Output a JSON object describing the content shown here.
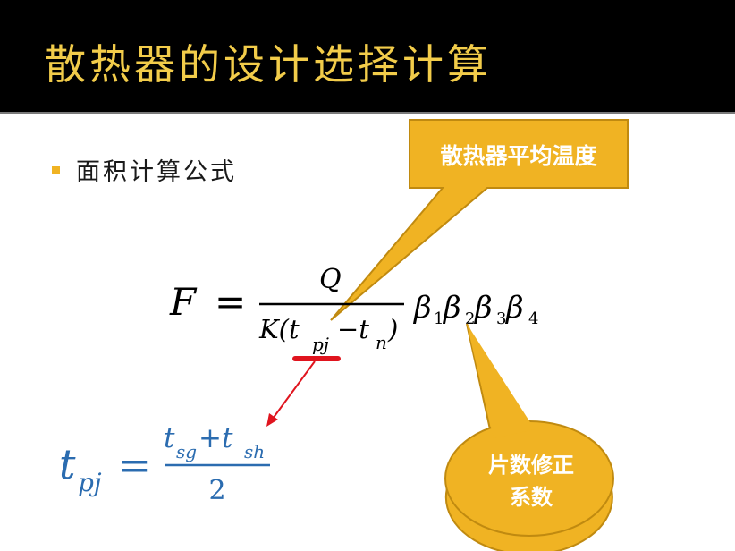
{
  "title": "散热器的设计选择计算",
  "bullet": "面积计算公式",
  "callouts": {
    "avg_temp": "散热器平均温度",
    "correction_line1": "片数修正",
    "correction_line2": "系数"
  },
  "formula_main": {
    "lhs": "F",
    "equals": "=",
    "numerator": "Q",
    "den_K": "K(t",
    "den_sub_pj": "pj",
    "den_minus": "−t",
    "den_sub_n": "n",
    "den_close": ")",
    "beta": "β",
    "beta_subs": [
      "1",
      "2",
      "3",
      "4"
    ]
  },
  "formula_tpj": {
    "lhs": "t",
    "lhs_sub": "pj",
    "equals": "=",
    "num_t1": "t",
    "num_sub1": "sg",
    "num_plus": "+t",
    "num_sub2": "sh",
    "denominator": "2"
  },
  "colors": {
    "title": "#f2cc4a",
    "callout_fill": "#f0b323",
    "callout_border": "#c08a10",
    "callout_text": "#ffffff",
    "tpj_formula": "#2b6cb0",
    "underline": "#e0141e",
    "arrow": "#e0141e",
    "bullet": "#f0b323"
  }
}
